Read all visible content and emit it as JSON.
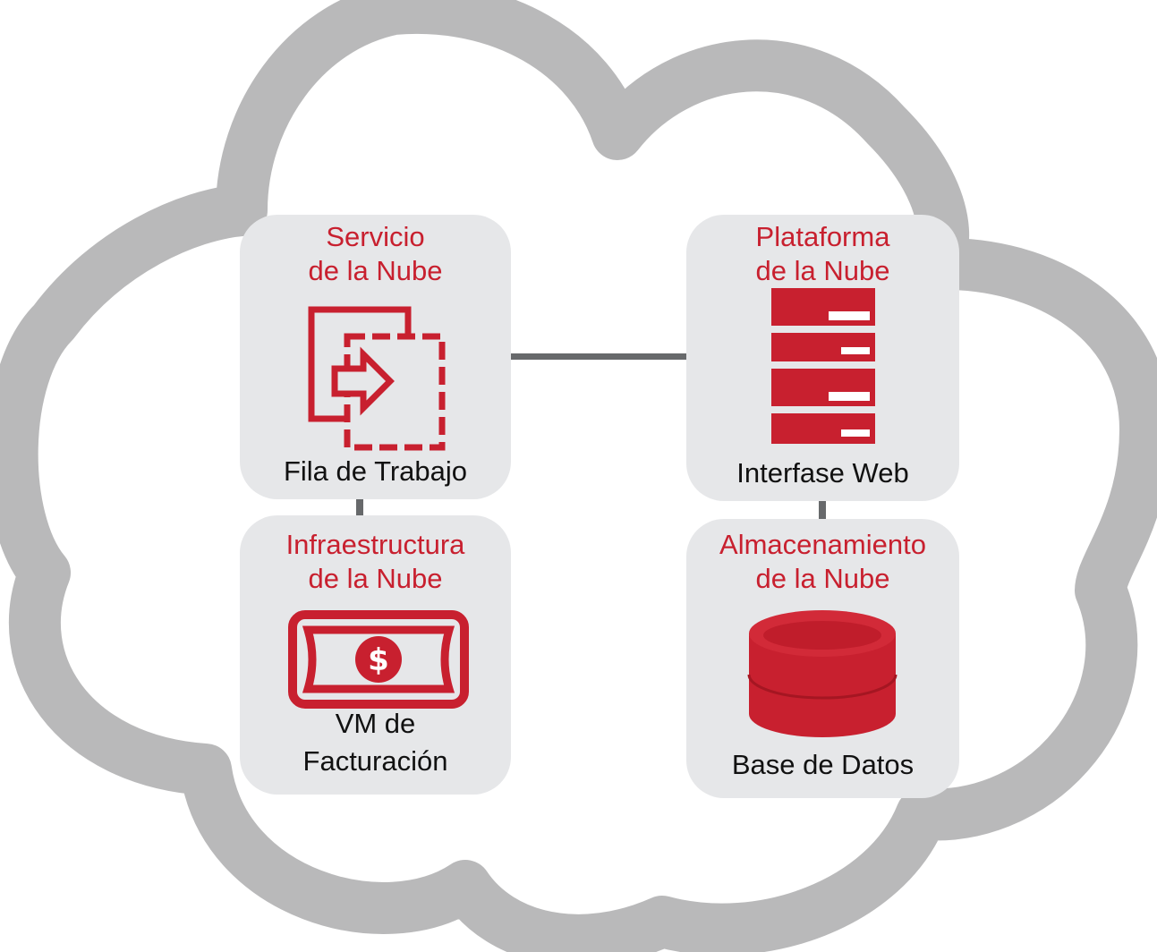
{
  "colors": {
    "cloud": "#b9b9ba",
    "card": "#e6e7e9",
    "accent": "#c8202f",
    "connector": "#67696b",
    "text": "#111111"
  },
  "nodes": {
    "service": {
      "title_line1": "Servicio",
      "title_line2": "de la Nube",
      "icon": "workflow-arrow-icon",
      "label": "Fila de Trabajo"
    },
    "platform": {
      "title_line1": "Plataforma",
      "title_line2": "de la Nube",
      "icon": "server-stack-icon",
      "label": "Interfase Web"
    },
    "infrastructure": {
      "title_line1": "Infraestructura",
      "title_line2": "de la Nube",
      "icon": "dollar-bill-icon",
      "label_line1": "VM de",
      "label_line2": "Facturación"
    },
    "storage": {
      "title_line1": "Almacenamiento",
      "title_line2": "de la Nube",
      "icon": "database-icon",
      "label": "Base de Datos"
    }
  }
}
